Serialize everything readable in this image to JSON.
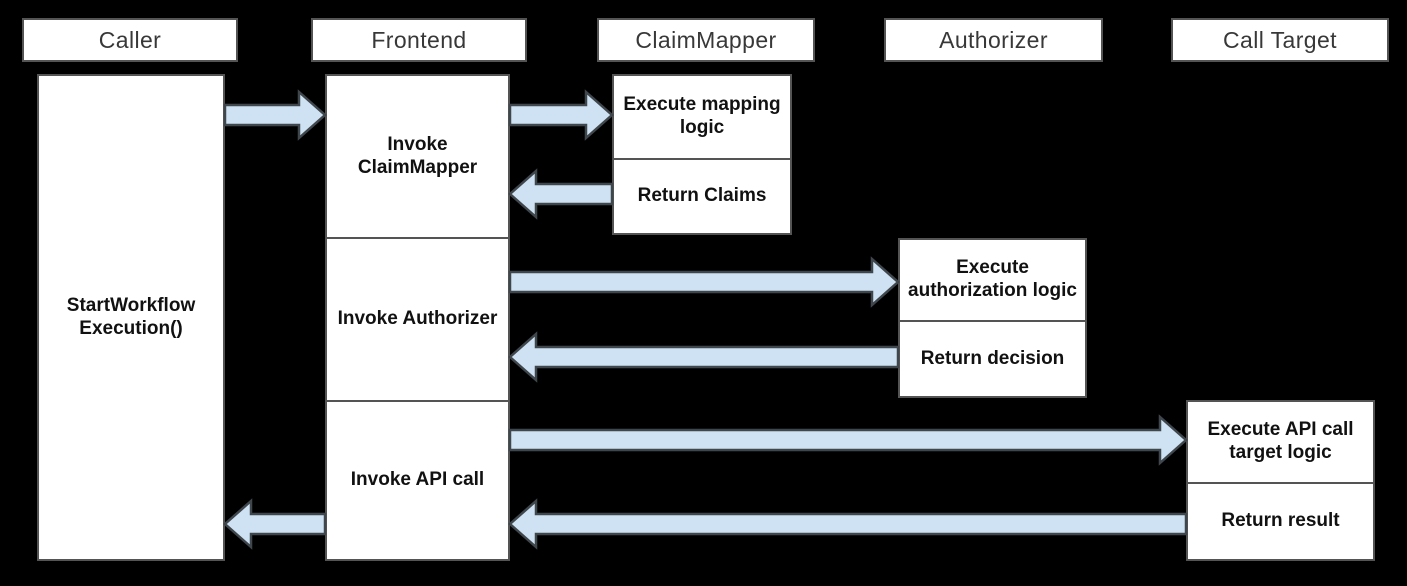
{
  "participants": [
    {
      "name": "Caller",
      "activation": {
        "label": "StartWorkflow Execution()"
      }
    },
    {
      "name": "Frontend",
      "steps": [
        "Invoke ClaimMapper",
        "Invoke Authorizer",
        "Invoke API call"
      ]
    },
    {
      "name": "ClaimMapper",
      "steps": [
        "Execute mapping logic",
        "Return Claims"
      ]
    },
    {
      "name": "Authorizer",
      "steps": [
        "Execute authorization logic",
        "Return decision"
      ]
    },
    {
      "name": "Call Target",
      "steps": [
        "Execute API call target logic",
        "Return result"
      ]
    }
  ],
  "colors": {
    "background": "#000000",
    "box_fill": "#ffffff",
    "box_border": "#545454",
    "arrow_fill": "#cfe2f3",
    "arrow_outline": "#3f464c",
    "header_text": "#383838",
    "body_text": "#111111"
  }
}
